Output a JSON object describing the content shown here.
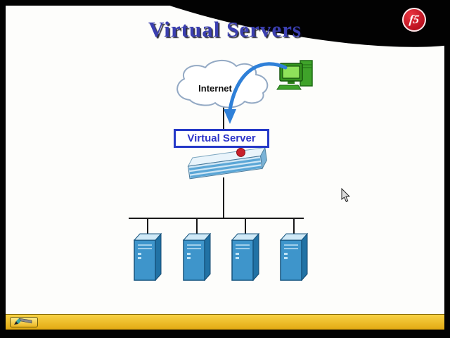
{
  "slide": {
    "title": "Virtual Servers"
  },
  "logo": {
    "text": "f5",
    "color": "#c41230"
  },
  "diagram": {
    "internet_label": "Internet",
    "virtual_server_label": "Virtual Server",
    "server_count": 4,
    "icons": {
      "internet": "internet-cloud-icon",
      "client": "client-computer-icon",
      "traffic": "traffic-arrow-icon",
      "load_balancer": "bigip-device-icon",
      "server": "server-tower-icon"
    },
    "colors": {
      "title_blue": "#3b3fb0",
      "virtual_server_blue": "#2d35c8",
      "arrow_blue": "#2f80d8",
      "server_blue": "#3e95cb"
    }
  },
  "toolbar": {
    "color": "#eebd22",
    "pen_tool_icon": "pen-icon"
  }
}
